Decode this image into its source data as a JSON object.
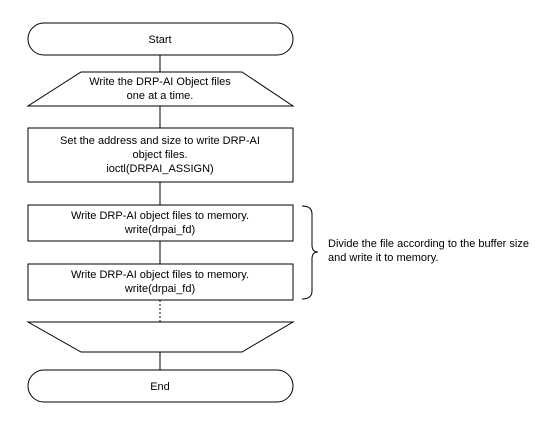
{
  "flowchart": {
    "start_label": "Start",
    "loop_start_lines": [
      "Write the DRP-AI Object files",
      "one at a time."
    ],
    "assign_lines": [
      "Set the address and size to write DRP-AI",
      "object files.",
      "ioctl(DRPAI_ASSIGN)"
    ],
    "write_blocks": [
      {
        "lines": [
          "Write DRP-AI object files to memory.",
          "write(drpai_fd)"
        ]
      },
      {
        "lines": [
          "Write DRP-AI object files to memory.",
          "write(drpai_fd)"
        ]
      }
    ],
    "annotation_lines": [
      "Divide the file according to the buffer size",
      "and write it to memory."
    ],
    "end_label": "End"
  }
}
